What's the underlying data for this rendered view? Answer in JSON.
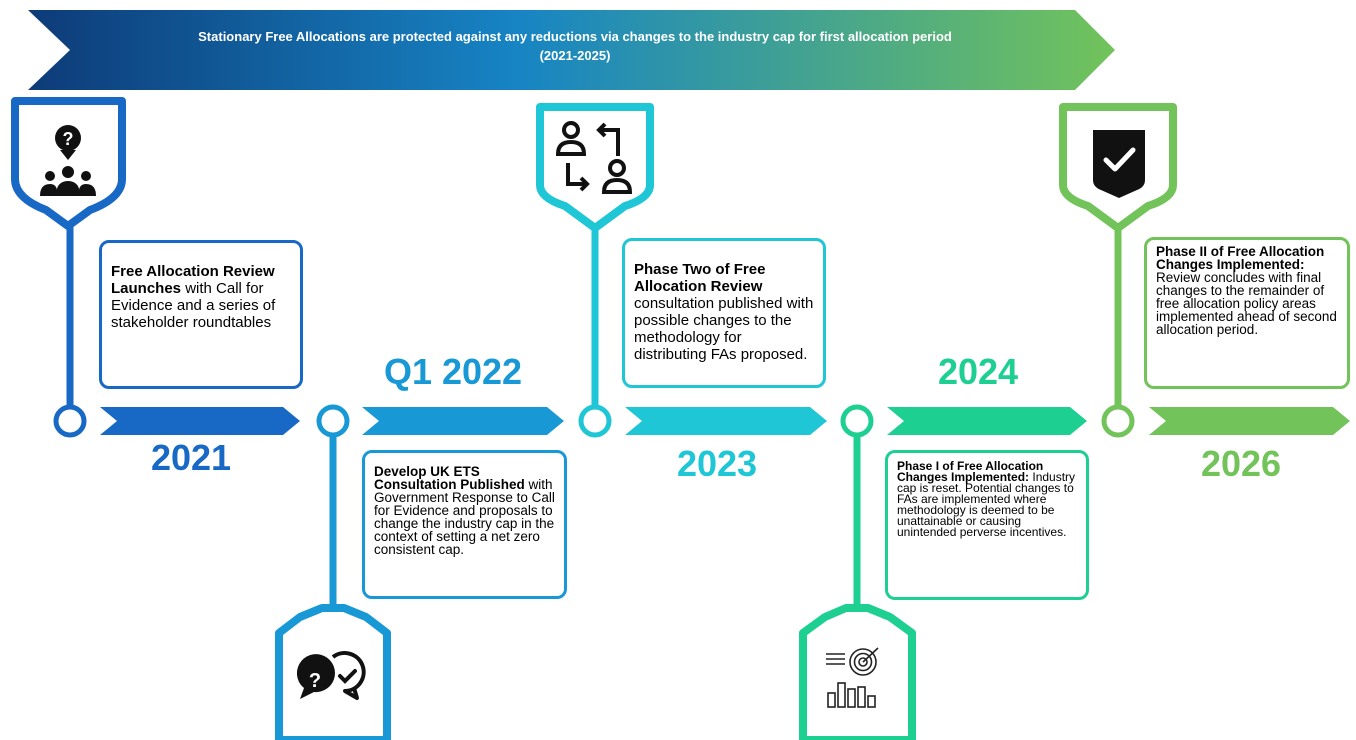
{
  "banner": {
    "line1": "Stationary Free Allocations are protected against any reductions via changes to the industry cap for first allocation period",
    "line2": "(2021-2025)"
  },
  "milestones": [
    {
      "year": "2021",
      "title": "Free Allocation Review Launches",
      "text": " with Call for Evidence and a series of stakeholder roundtables",
      "icon": "question-people-icon",
      "color": "#1868c6"
    },
    {
      "year": "Q1 2022",
      "title": "Develop UK ETS Consultation Published",
      "text": " with Government Response to Call for Evidence and proposals to change the industry cap in the context of setting a net zero consistent cap.",
      "icon": "question-check-chat-icon",
      "color": "#1899d6"
    },
    {
      "year": "2023",
      "title": "Phase Two of Free Allocation Review",
      "text": " consultation published with possible changes to the methodology for distributing FAs proposed.",
      "icon": "people-exchange-icon",
      "color": "#1ec6d6"
    },
    {
      "year": "2024",
      "title": "Phase I of Free Allocation Changes Implemented:",
      "text": " Industry cap is reset. Potential changes to FAs are implemented where methodology is deemed to be unattainable or causing unintended perverse incentives.",
      "icon": "target-chart-icon",
      "color": "#1ecf92"
    },
    {
      "year": "2026",
      "title": "Phase II of Free Allocation Changes Implemented:",
      "text": " Review concludes with final changes to the remainder of free allocation policy areas implemented ahead of second allocation period.",
      "icon": "shield-check-icon",
      "color": "#72c35a"
    }
  ]
}
